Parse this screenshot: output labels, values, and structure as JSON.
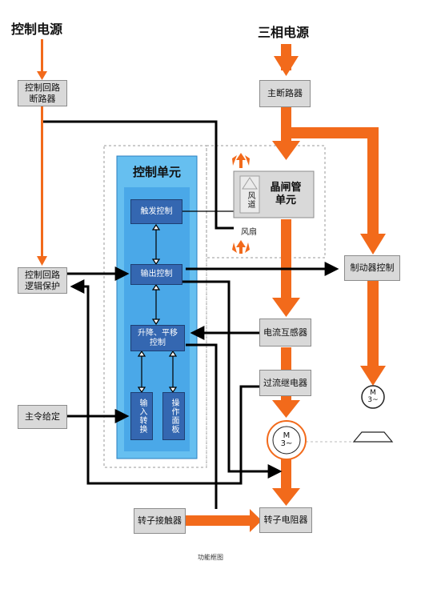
{
  "titles": {
    "control_power": "控制电源",
    "three_phase_power": "三相电源"
  },
  "boxes": {
    "control_breaker": "控制回路\n断路器",
    "main_breaker": "主断路器",
    "control_logic": "控制回路\n逻辑保护",
    "master_command": "主令给定",
    "brake_control": "制动器控制",
    "current_transformer": "电流互感器",
    "overcurrent_relay": "过流继电器",
    "rotor_contactor": "转子接触器",
    "rotor_resistor": "转子电阻器"
  },
  "control_unit": {
    "title": "控制单元",
    "trigger": "触发控制",
    "output": "输出控制",
    "hoist_travel": "升降、平移\n控制",
    "input_conversion": "输入转换",
    "operation_panel": "操作面板"
  },
  "thyristor": {
    "label": "晶闸管\n单元",
    "duct": "风道",
    "fan": "风扇"
  },
  "motors": {
    "main_motor": "M\n3~",
    "brake_motor": "M\n3~"
  },
  "caption": "功能框图",
  "colors": {
    "power_flow": "#f26a1b",
    "signal": "#000000",
    "control_unit_outer": "#66bff0",
    "control_unit_inner": "#4aa8e8",
    "block": "#3467b1"
  }
}
